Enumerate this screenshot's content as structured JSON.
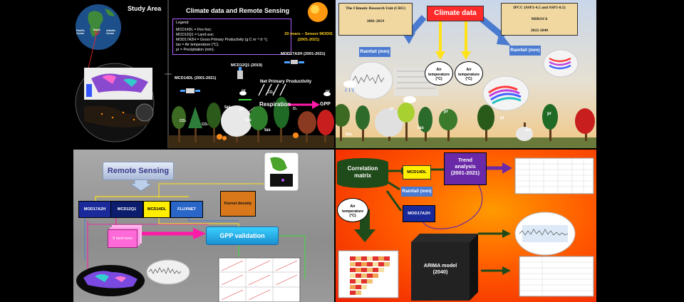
{
  "top_left": {
    "study_area": "Study Area",
    "globe_labels": [
      "Pacific Ocean",
      "Brazil",
      "Atlantic Ocean"
    ],
    "title": "Climate data and Remote Sensing",
    "legend_heading": "Legend:",
    "legend_lines": [
      "MCD14DL = Fire foci;",
      "MCD12Q1 = Land use;",
      "MOD17A2H = Gross Primary Productivity (g C m⁻² d⁻¹);",
      "tas = Air temperature (°C);",
      "pr = Precipitation (mm)."
    ],
    "modis_line1": "20 years – Sensor MODIS",
    "modis_line2": "(2001-2021)",
    "mod17": "MOD17A2H (2001-2021)",
    "mcd12": "MCD12Q1 (2019)",
    "mcd14": "MCD14DL (2001-2021)",
    "npp": "Net Primary Productivity",
    "respiration": "Respiration",
    "gpp": "GPP",
    "co2": "CO₂",
    "o2": "O₂",
    "pr": "pr",
    "tas": "tas"
  },
  "top_right": {
    "cru_title": "The Climatic Research Unit (CRU)",
    "cru_years": "2001-2019",
    "climate_data": "Climate data",
    "ipcc_title": "IPCC (SSP2-4.5 and SSP5-8.5)",
    "ipcc_model": "MIROC6",
    "ipcc_years": "2022-2040",
    "rainfall": "Rainfall (mm)",
    "air_temp_line1": "Air",
    "air_temp_line2": "temperature",
    "air_temp_unit": "(°C)",
    "pr": "pr",
    "tas": "tas"
  },
  "bottom_left": {
    "remote_sensing": "Remote Sensing",
    "products": [
      "MOD17A2H",
      "MCD12Q1",
      "MCD14DL",
      "FLUXNET"
    ],
    "kernel": "Kernel density",
    "land_uses": "8 land uses",
    "gpp_validation": "GPP validation"
  },
  "bottom_right": {
    "correlation_line1": "Correlation",
    "correlation_line2": "matrix",
    "mcd14": "MCD14DL",
    "rainfall": "Rainfall (mm)",
    "air_line1": "Air",
    "air_line2": "temperature",
    "air_unit": "(°C)",
    "mod17": "MOD17A2H",
    "trend_line1": "Trend",
    "trend_line2": "analysis",
    "trend_line3": "(2001-2021)",
    "arima_line1": "ARIMA model",
    "arima_line2": "(2040)"
  },
  "colors": {
    "mod17": "#1a2a9a",
    "mcd12": "#0d1d6e",
    "mcd14": "#ffee00",
    "fluxnet": "#2a66c8",
    "kernel": "#d9781a",
    "magenta": "#ff1aa8",
    "green_box": "#00b050",
    "purple": "#6a2aa8",
    "climate_red": "#ff2a2a"
  }
}
